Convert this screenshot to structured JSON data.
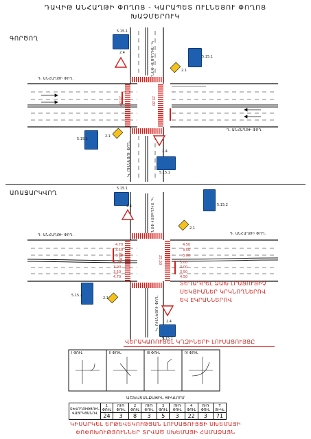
{
  "header": {
    "title_line1": "ԴԱՎԻԹ ԱՆՀԱՂԹԻ ՓՈՂՈՑ - ԿԱՐԱՊԵՏ ՈՒԼՆԵՑՈՒ ՓՈՂՈՑ",
    "title_line2": "ԽԱՉՄԵՐՈՒԿ"
  },
  "top_panel": {
    "label": "ԳՈՐԾՈՂ",
    "road_left": "Դ. ԱՆՀԱՂԹԻ ՓՈՂ.",
    "road_right": "Դ. ԱՆՀԱՂԹԻ ՓՈՂ.",
    "road_top": "Կ. ՈՒԼՆԵՑՈՒ ՓՈՂ.",
    "road_bottom": "Կ. ՈՒԼՆԵՑՈՒ ՓՈՂ.",
    "sign_ids": [
      "5.15.1",
      "5.15.1",
      "5.15.1",
      "5.15.1"
    ],
    "small_ids": [
      "2.4",
      "2.1",
      "2.1",
      "2.4"
    ],
    "width_left": "25,80",
    "width_right": "25,80"
  },
  "bottom_panel": {
    "label": "ԱՌԱՋԱՐԿՎՈՂ",
    "road_left": "Դ. ԱՆՀԱՂԹԻ ՓՈՂ.",
    "road_right": "Դ. ԱՆՀԱՂԹԻ ՓՈՂ.",
    "road_top": "Կ. ՈՒԼՆԵՑՈՒ ՓՈՂ.",
    "road_bottom": "Կ. ՈՒԼՆԵՑՈՒ ՓՈՂ.",
    "sign_ids": [
      "5.15.1",
      "5.15.2",
      "5.15.2",
      "5.15.1"
    ],
    "small_ids": [
      "2.4",
      "2.1",
      "2.1",
      "2.4"
    ],
    "lanes_left_top": [
      "4.70",
      "3.50",
      "3.00"
    ],
    "lanes_left_bottom": [
      "3.00",
      "3.00",
      "3.50",
      "4.70"
    ],
    "lanes_right_top": [
      "4.50",
      "3.50",
      "3.00"
    ],
    "lanes_right_bottom": [
      "3.00",
      "3.00",
      "3.50",
      "4.50"
    ],
    "width_left": "25,80",
    "width_right": "25,50",
    "note_right": [
      "ՏԵՂԱԴՐԵԼ ՁԱԽ ԼՐԱՑՈՒՑԻՉ",
      "ՍԵԿՑԻԱՆԵՐ ԿՐԿՆՈՂՆԵՐՈՎ",
      "ԵՎ ԷԿՐԱՆՆԵՐՈՎ"
    ],
    "note_bottom": "ՎԵՐԱԿԱՌՈՒՑԵԼ ԿՂԶԻՆԵՐԻ ԼՈՒՍԱՑՈՒՅՑԸ"
  },
  "phases": [
    "I ՓՈՒԼ",
    "II ՓՈՒԼ",
    "III ՓՈՒԼ",
    "IV ՓՈՒԼ"
  ],
  "timing_table": {
    "title": "ԱՇԽԱՏԱՆՔԱՅԻՆ ՑԻԿԼՈՒՄ",
    "row_label": "ՏԵՎՈՂՈՒԹՅՈՒՆ ՎԱՅՐԿՅԱՆՈՎ",
    "headers": [
      "1 ՓՈՒԼ",
      "ՈՒՌ ՓՈՒԼ",
      "2 ՓՈՒԼ",
      "ՈՒՌ ՓՈՒԼ",
      "3 ՓՈՒԼ",
      "ՈՒՌ ՓՈՒԼ",
      "4 ՓՈՒԼ",
      "ՈՒՌ ՓՈՒԼ",
      "T ՑԻԿԼ"
    ],
    "values": [
      "24",
      "3",
      "8",
      "3",
      "5",
      "3",
      "22",
      "3",
      "71"
    ]
  },
  "footer": {
    "line1": "ԿԻՍԱՐԿԵԼ ԵՐԹԵՎԵԿՈՒԹՅԱՆ ԼՈՒՍԱՑՈՒՅՑԻ ՍԽԵՄԱՅԻ",
    "line2": "ՓՈՓՈԽՈՒԹՅՈՒՆՆԵՐ ՏՐՎԱԾ ՍԽԵՄԱՅԻ ՀԱՄԱՁԱՅՆ"
  }
}
